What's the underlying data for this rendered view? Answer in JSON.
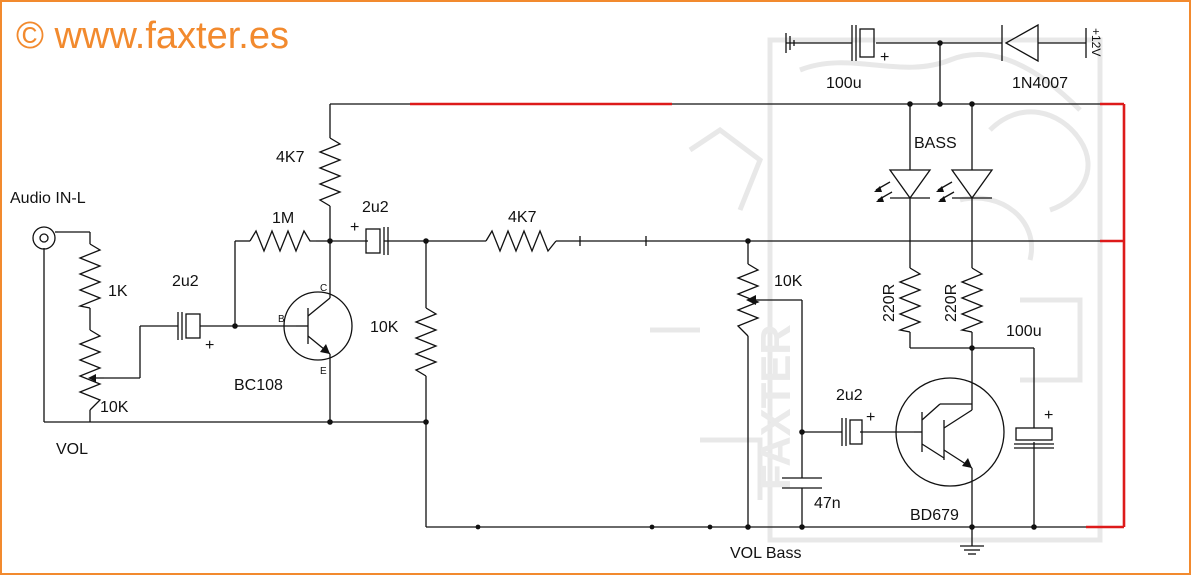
{
  "watermark": {
    "copyright": "© www.faxter.es",
    "brand": "FAXTER"
  },
  "input": {
    "jack_label": "Audio IN-L"
  },
  "components": {
    "r1k": "1K",
    "pot_vol": "10K",
    "vol_label": "VOL",
    "c_in": "2u2",
    "r_bias": "1M",
    "r_collector": "4K7",
    "transistor_1": "BC108",
    "pin_b": "B",
    "pin_c": "C",
    "pin_e": "E",
    "c_out": "2u2",
    "r_emitter": "10K",
    "r_series": "4K7",
    "pot_bass": "10K",
    "c_bass": "2u2",
    "c_filter": "47n",
    "vol_bass_label": "VOL Bass",
    "transistor_2": "BD679",
    "r_led_1": "220R",
    "r_led_2": "220R",
    "c_emitter": "100u",
    "led_label": "BASS",
    "c_supply": "100u",
    "diode": "1N4007",
    "supply": "+12V"
  },
  "colors": {
    "border": "#f28a2e",
    "copyright": "#f28a2e",
    "highlight_wire": "#dd1a1a",
    "wire": "#111111"
  }
}
